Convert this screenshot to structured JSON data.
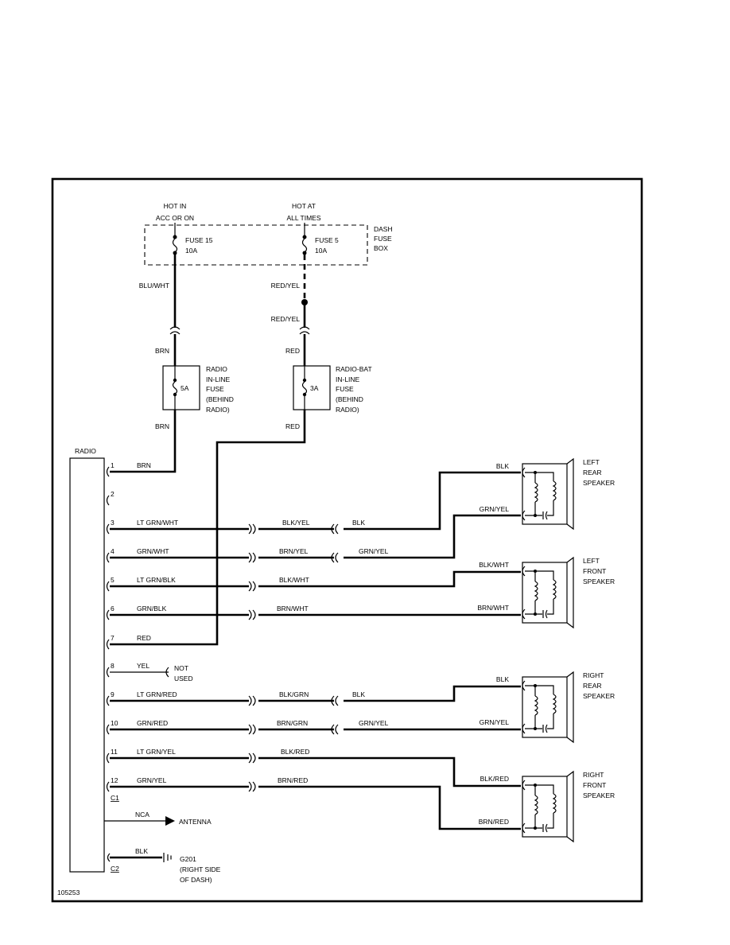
{
  "sources": {
    "hot_acc_line1": "HOT IN",
    "hot_acc_line2": "ACC OR ON",
    "hot_all_line1": "HOT AT",
    "hot_all_line2": "ALL TIMES"
  },
  "fuse_box": {
    "label": [
      "DASH",
      "FUSE",
      "BOX"
    ],
    "fuse15_name": "FUSE 15",
    "fuse15_rating": "10A",
    "fuse5_name": "FUSE 5",
    "fuse5_rating": "10A"
  },
  "supply_wires": {
    "blu_wht": "BLU/WHT",
    "red_yel_1": "RED/YEL",
    "red_yel_2": "RED/YEL",
    "brn_top": "BRN",
    "red_top": "RED",
    "brn_bottom": "BRN",
    "red_bottom": "RED"
  },
  "inline_fuses": {
    "radio": {
      "rating": "5A",
      "label": [
        "RADIO",
        "IN-LINE",
        "FUSE",
        "(BEHIND",
        "RADIO)"
      ]
    },
    "radio_bat": {
      "rating": "3A",
      "label": [
        "RADIO-BAT",
        "IN-LINE",
        "FUSE",
        "(BEHIND",
        "RADIO)"
      ]
    }
  },
  "radio": {
    "label": "RADIO",
    "connector_c1": "C1",
    "connector_c2": "C2"
  },
  "pins": [
    {
      "num": "1",
      "wire": "BRN",
      "mid": "",
      "right": ""
    },
    {
      "num": "2",
      "wire": "",
      "mid": "",
      "right": ""
    },
    {
      "num": "3",
      "wire": "LT GRN/WHT",
      "mid": "BLK/YEL",
      "right": "BLK"
    },
    {
      "num": "4",
      "wire": "GRN/WHT",
      "mid": "BRN/YEL",
      "right": "GRN/YEL"
    },
    {
      "num": "5",
      "wire": "LT GRN/BLK",
      "mid": "BLK/WHT",
      "right": ""
    },
    {
      "num": "6",
      "wire": "GRN/BLK",
      "mid": "BRN/WHT",
      "right": ""
    },
    {
      "num": "7",
      "wire": "RED",
      "mid": "",
      "right": ""
    },
    {
      "num": "8",
      "wire": "YEL",
      "mid": "",
      "right": ""
    },
    {
      "num": "9",
      "wire": "LT GRN/RED",
      "mid": "BLK/GRN",
      "right": "BLK"
    },
    {
      "num": "10",
      "wire": "GRN/RED",
      "mid": "BRN/GRN",
      "right": "GRN/YEL"
    },
    {
      "num": "11",
      "wire": "LT GRN/YEL",
      "mid": "BLK/RED",
      "right": ""
    },
    {
      "num": "12",
      "wire": "GRN/YEL",
      "mid": "BRN/RED",
      "right": ""
    }
  ],
  "not_used": [
    "NOT",
    "USED"
  ],
  "antenna": {
    "wire": "NCA",
    "label": "ANTENNA"
  },
  "ground": {
    "wire": "BLK",
    "label": [
      "G201",
      "(RIGHT SIDE",
      "OF DASH)"
    ]
  },
  "speakers": [
    {
      "label": [
        "LEFT",
        "REAR",
        "SPEAKER"
      ],
      "wire_top": "BLK",
      "wire_bottom": "GRN/YEL"
    },
    {
      "label": [
        "LEFT",
        "FRONT",
        "SPEAKER"
      ],
      "wire_top": "BLK/WHT",
      "wire_bottom": "BRN/WHT"
    },
    {
      "label": [
        "RIGHT",
        "REAR",
        "SPEAKER"
      ],
      "wire_top": "BLK",
      "wire_bottom": "GRN/YEL"
    },
    {
      "label": [
        "RIGHT",
        "FRONT",
        "SPEAKER"
      ],
      "wire_top": "BLK/RED",
      "wire_bottom": "BRN/RED"
    }
  ],
  "figure_id": "105253"
}
